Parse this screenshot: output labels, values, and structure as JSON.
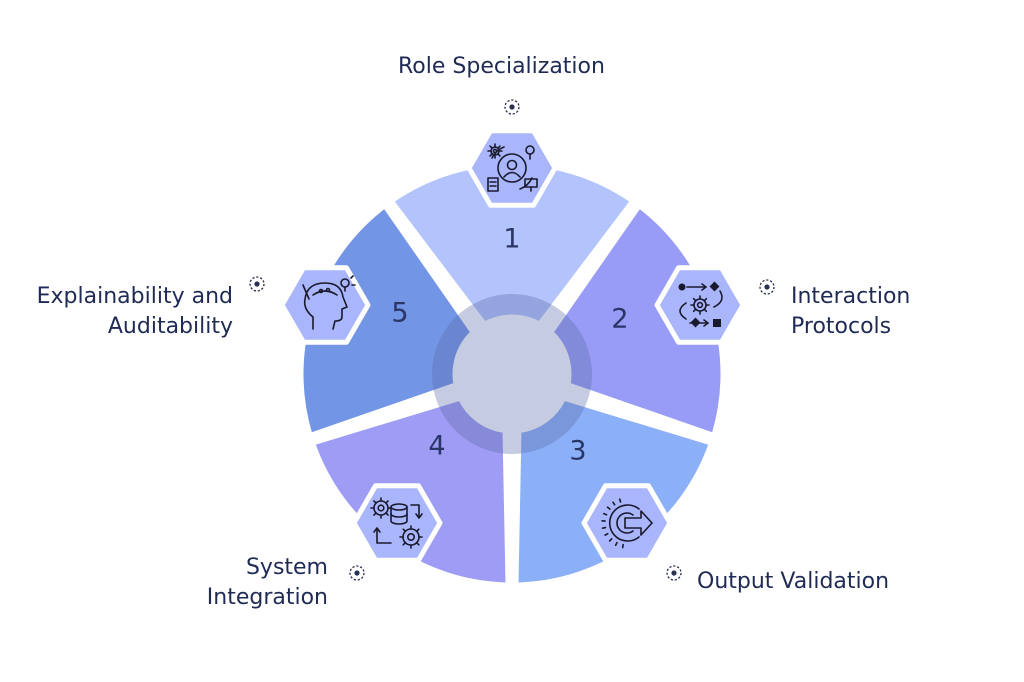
{
  "segments": [
    {
      "number": "1",
      "label_lines": [
        "Role Specialization"
      ],
      "icon": "role-specialization-icon",
      "color": "#b3c3fc"
    },
    {
      "number": "2",
      "label_lines": [
        "Interaction",
        "Protocols"
      ],
      "icon": "interaction-protocols-icon",
      "color": "#989cf6"
    },
    {
      "number": "3",
      "label_lines": [
        "Output Validation"
      ],
      "icon": "output-validation-icon",
      "color": "#8cb0f8"
    },
    {
      "number": "4",
      "label_lines": [
        "System",
        "Integration"
      ],
      "icon": "system-integration-icon",
      "color": "#9e9cf5"
    },
    {
      "number": "5",
      "label_lines": [
        "Explainability and",
        "Auditability"
      ],
      "icon": "explainability-icon",
      "color": "#7395e6"
    }
  ],
  "colors": {
    "text": "#1f2a55",
    "hub": "#5a6aa6",
    "hexagon_fill": "#a9b6fb"
  }
}
